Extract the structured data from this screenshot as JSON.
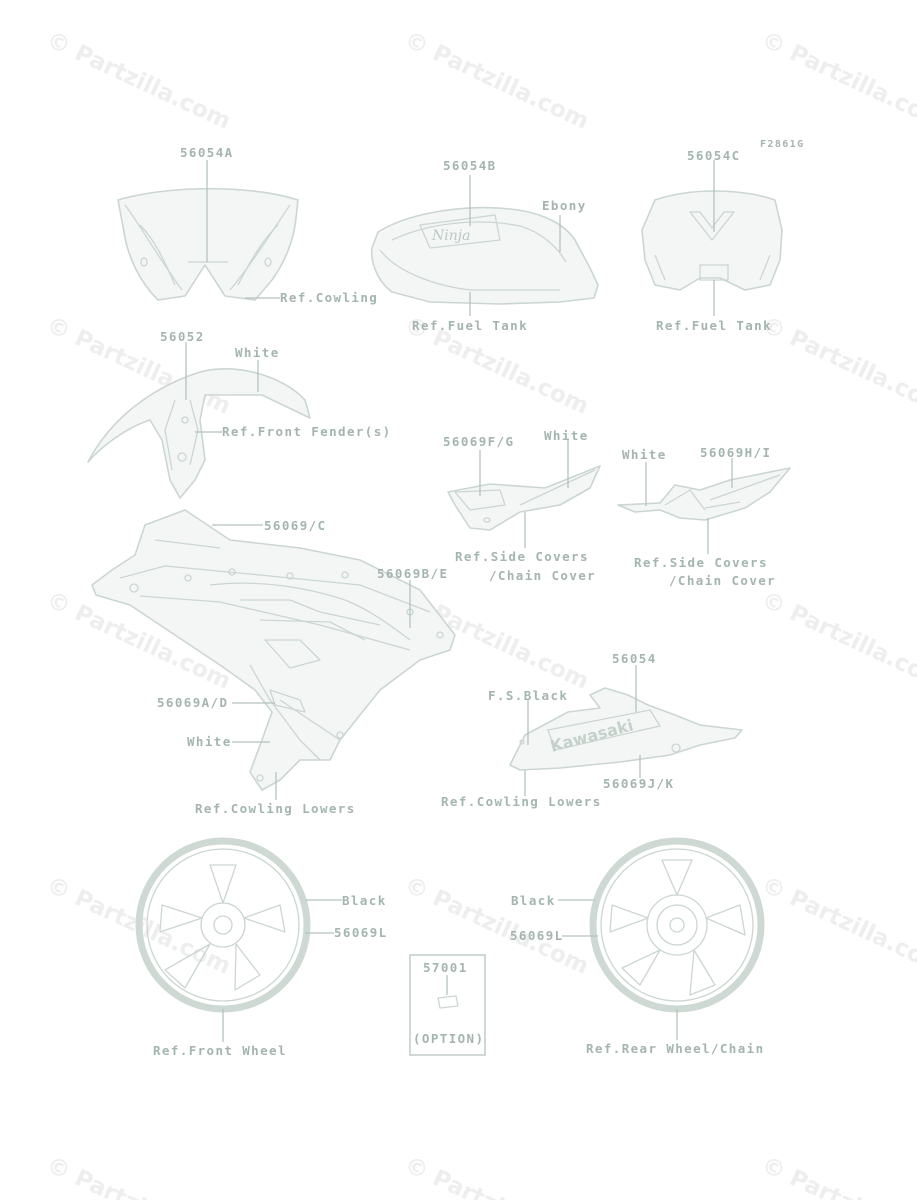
{
  "figure_code": "F2861G",
  "watermark": "© Partzilla.com",
  "labels": {
    "l56054a": "56054A",
    "ref_cowling": "Ref.Cowling",
    "l56054b": "56054B",
    "ebony": "Ebony",
    "ref_fuel_tank_1": "Ref.Fuel Tank",
    "l56054c": "56054C",
    "ref_fuel_tank_2": "Ref.Fuel Tank",
    "l56052": "56052",
    "white_fender": "White",
    "ref_front_fender": "Ref.Front Fender(s)",
    "l56069fg": "56069F/G",
    "white_fg": "White",
    "ref_side_covers_1": "Ref.Side Covers",
    "chain_cover_1": "/Chain Cover",
    "white_hi": "White",
    "l56069hi": "56069H/I",
    "ref_side_covers_2": "Ref.Side Covers",
    "chain_cover_2": "/Chain Cover",
    "l56069c": "56069/C",
    "l56069be": "56069B/E",
    "l56069ad": "56069A/D",
    "white_lower": "White",
    "ref_cowling_lowers_1": "Ref.Cowling Lowers",
    "l56054": "56054",
    "fs_black": "F.S.Black",
    "l56069jk": "56069J/K",
    "ref_cowling_lowers_2": "Ref.Cowling Lowers",
    "black_front": "Black",
    "l56069l_front": "56069L",
    "ref_front_wheel": "Ref.Front Wheel",
    "l57001": "57001",
    "option": "(OPTION)",
    "black_rear": "Black",
    "l56069l_rear": "56069L",
    "ref_rear_wheel": "Ref.Rear Wheel/Chain",
    "decal_brand_ninja": "Ninja",
    "decal_brand_kawasaki": "Kawasaki"
  }
}
